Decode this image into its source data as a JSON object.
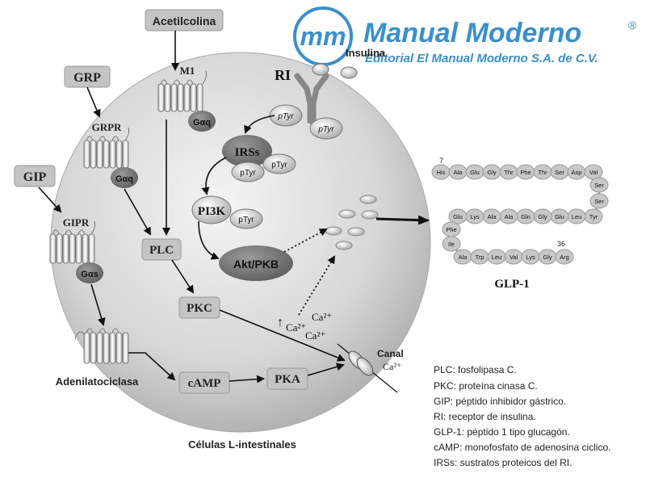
{
  "watermark": {
    "logo_text": "mm",
    "brand": "Manual Moderno",
    "registered": "®",
    "tagline": "Editorial El Manual Moderno S.A. de C.V.",
    "brand_color": "#3a8fcc"
  },
  "ligands": {
    "acetilcolina": "Acetilcolina",
    "grp": "GRP",
    "gip": "GIP",
    "insulina": "Insulina"
  },
  "receptors": {
    "m1": "M1",
    "grpr": "GRPR",
    "gipr": "GIPR",
    "ri": "RI",
    "gaq_1": "Gαq",
    "gaq_2": "Gαq",
    "gas": "Gαs",
    "adenilatociclasa": "Adenilatociclasa"
  },
  "pathway": {
    "ptyr_1": "pTyr",
    "ptyr_2": "pTyr",
    "irss": "IRSs",
    "ptyr_3": "pTyr",
    "ptyr_4": "pTyr",
    "pi3k": "PI3K",
    "ptyr_5": "pTyr",
    "akt": "Akt/PKB",
    "plc": "PLC",
    "pkc": "PKC",
    "camp": "cAMP",
    "pka": "PKA",
    "ca_arrow": "↑",
    "ca_1": "Ca²⁺",
    "ca_2": "Ca²⁺",
    "ca_3": "Ca²⁺",
    "canal": "Canal",
    "canal_ca": "Ca²⁺"
  },
  "cell_label": "Células L-intestinales",
  "glp1": {
    "label": "GLP-1",
    "start_number": "7",
    "end_number": "36",
    "row1": [
      "His",
      "Ala",
      "Glu",
      "Gly",
      "Thr",
      "Phe",
      "Thr",
      "Ser",
      "Asp",
      "Val"
    ],
    "turn1": [
      "Ser",
      "Ser"
    ],
    "row2": [
      "Tyr",
      "Leu",
      "Glu",
      "Gly",
      "Gln",
      "Ala",
      "Ala",
      "Lys",
      "Glu"
    ],
    "turn2": [
      "Phe",
      "Ile"
    ],
    "row3": [
      "Ala",
      "Trp",
      "Leu",
      "Val",
      "Lys",
      "Gly",
      "Arg"
    ]
  },
  "legend": [
    "PLC: fosfolipasa C.",
    "PKC: proteína cinasa C.",
    "GIP: péptido inhibidor gástrico.",
    "RI: receptor de insulina.",
    "GLP-1: péptido 1 tipo glucagón.",
    "cAMP: monofosfato de adenosina ciclico.",
    "IRSs: sustratos proteicos del RI."
  ]
}
